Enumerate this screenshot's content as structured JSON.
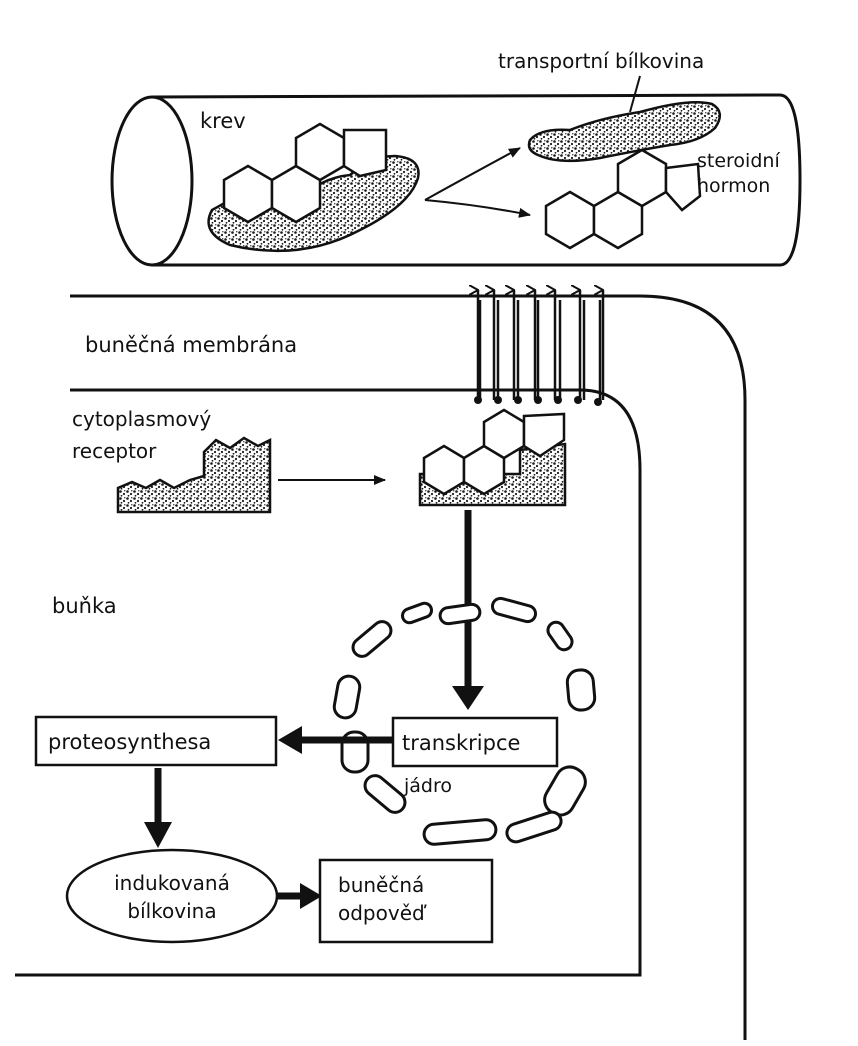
{
  "labels": {
    "blood": "krev",
    "transport_protein": "transportní bílkovina",
    "steroid_hormone_line1": "steroidní",
    "steroid_hormone_line2": "hormon",
    "cell_membrane": "buněčná membrána",
    "cytoplasmic_receptor_line1": "cytoplasmový",
    "cytoplasmic_receptor_line2": "receptor",
    "cell": "buňka",
    "proteosynthesis": "proteosynthesa",
    "transcription": "transkripce",
    "nucleus": "jádro",
    "induced_protein_line1": "indukovaná",
    "induced_protein_line2": "bílkovina",
    "cell_response_line1": "buněčná",
    "cell_response_line2": "odpověď"
  },
  "colors": {
    "ink": "#111111",
    "background": "#ffffff",
    "stipple": "#1a1a1a"
  }
}
